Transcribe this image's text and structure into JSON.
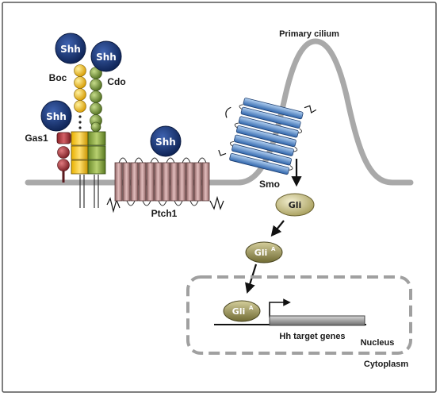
{
  "labels": {
    "primary_cilium": "Primary cilium",
    "boc": "Boc",
    "cdo": "Cdo",
    "gas1": "Gas1",
    "ptch1": "Ptch1",
    "smo": "Smo",
    "gli": "Gli",
    "gli_active": "Gli",
    "gli_active_sup": "A",
    "gli_active_nucleus": "Gli",
    "gli_active_nucleus_sup": "A",
    "hh_target_genes": "Hh target genes",
    "nucleus": "Nucleus",
    "cytoplasm": "Cytoplasm"
  },
  "ligands": [
    {
      "label": "Shh"
    },
    {
      "label": "Shh"
    },
    {
      "label": "Shh"
    },
    {
      "label": "Shh"
    }
  ],
  "colors": {
    "shh_fill": "#1a3a7a",
    "membrane": "#aaaaaa",
    "ptch1_fill": "#c9a0a0",
    "smo_fill": "#5a8ed0",
    "gli_fill": "#d6cf9c",
    "boc_yellow": "#f0c020",
    "cdo_green": "#7a9a3a",
    "gas1_red": "#a8343a",
    "dashed_box": "#a0a0a0",
    "gene_bar": "#9a9a9a"
  }
}
